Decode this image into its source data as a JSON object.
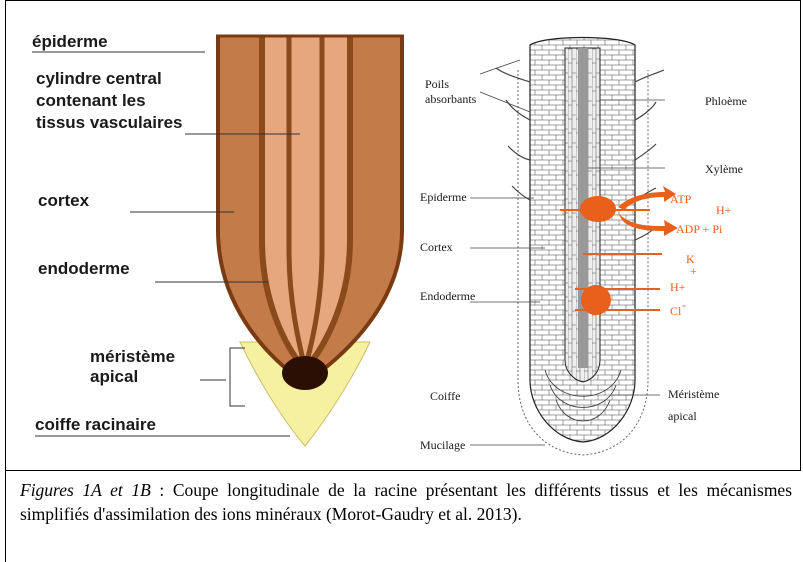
{
  "figure_a": {
    "labels": {
      "epiderme": "épiderme",
      "cylindre_l1": "cylindre central",
      "cylindre_l2": "contenant les",
      "cylindre_l3": "tissus vasculaires",
      "cortex": "cortex",
      "endoderme": "endoderme",
      "meristeme_l1": "méristème",
      "meristeme_l2": "apical",
      "coiffe": "coiffe racinaire"
    }
  },
  "figure_b": {
    "labels": {
      "poils_l1": "Poils",
      "poils_l2": "absorbants",
      "phloeme": "Phloème",
      "xyleme": "Xylème",
      "epiderme": "Epiderme",
      "cortex": "Cortex",
      "endoderme": "Endoderme",
      "coiffe": "Coiffe",
      "mucilage": "Mucilage",
      "meristeme_l1": "Méristème",
      "meristeme_l2": "apical"
    },
    "ions": {
      "atp": "ATP",
      "h_plus_1": "H+",
      "adp_pi": "ADP + Pi",
      "k": "K",
      "k_charge": "+",
      "h_plus_2": "H+",
      "cl": "Cl",
      "cl_charge": "-"
    }
  },
  "caption": {
    "title": "Figures 1A et 1B",
    "text": " : Coupe longitudinale de la racine présentant les différents tissus et les mécanismes simplifiés d'assimilation des ions minéraux (Morot-Gaudry et al. 2013)."
  },
  "colors": {
    "cortex": "#c47b4a",
    "central": "#e6a77e",
    "vascular": "#8b4a1b",
    "coiffe": "#f6f1a0",
    "meristem": "#2b0f05",
    "ions": "#e8601c"
  }
}
